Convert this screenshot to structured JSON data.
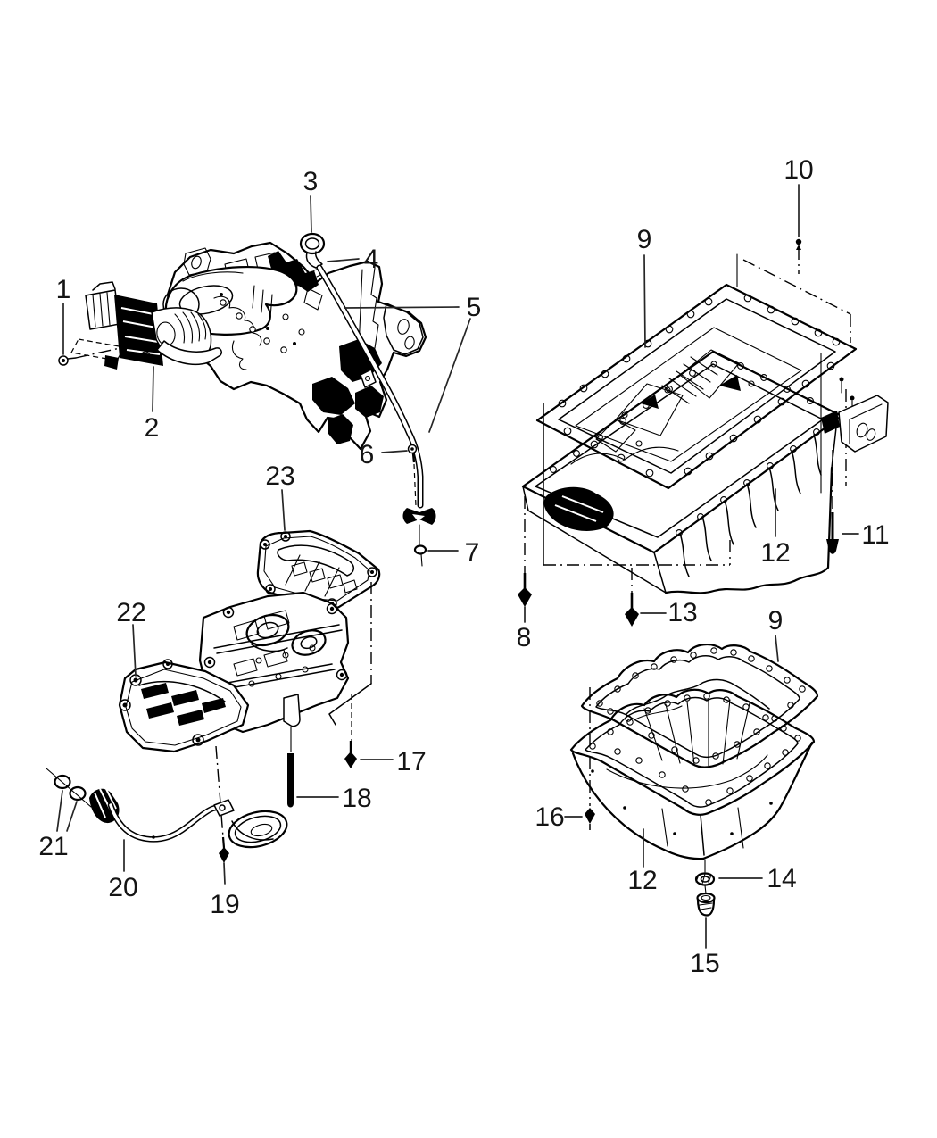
{
  "figure": {
    "type": "exploded-parts-line-diagram",
    "colors": {
      "background": "#ffffff",
      "line": "#000000",
      "label": "#141414"
    }
  },
  "callouts": [
    {
      "label": "1"
    },
    {
      "label": "2"
    },
    {
      "label": "3"
    },
    {
      "label": "4"
    },
    {
      "label": "5"
    },
    {
      "label": "6"
    },
    {
      "label": "7"
    },
    {
      "label": "8"
    },
    {
      "label": "9"
    },
    {
      "label": "9"
    },
    {
      "label": "10"
    },
    {
      "label": "11"
    },
    {
      "label": "12"
    },
    {
      "label": "12"
    },
    {
      "label": "13"
    },
    {
      "label": "14"
    },
    {
      "label": "15"
    },
    {
      "label": "16"
    },
    {
      "label": "17"
    },
    {
      "label": "18"
    },
    {
      "label": "19"
    },
    {
      "label": "20"
    },
    {
      "label": "21"
    },
    {
      "label": "22"
    },
    {
      "label": "23"
    }
  ]
}
